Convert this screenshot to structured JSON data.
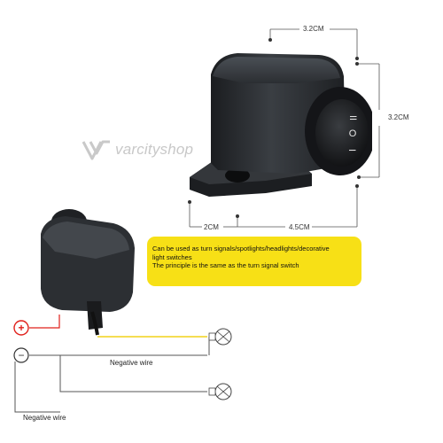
{
  "dimensions": {
    "top_width": "3.2CM",
    "side_height": "3.2CM",
    "base_left": "2CM",
    "base_right": "4.5CM"
  },
  "switch_face": {
    "symbol_top": "II",
    "symbol_mid": "O",
    "symbol_bottom": "I"
  },
  "watermark": {
    "text": "varcityshop"
  },
  "note": {
    "line1": "Can be used as turn signals/spotlights/headlights/decorative",
    "line2": "light switches",
    "line3": "The principle is the same as the turn signal switch"
  },
  "wiring": {
    "positive_symbol": "+",
    "negative_symbol": "−",
    "negative_wire_label_1": "Negative wire",
    "negative_wire_label_2": "Negative wire"
  },
  "colors": {
    "positive": "#e0201b",
    "signal_wire": "#f2d21a",
    "note_background": "#f7e016",
    "switch_body": "#2c2f33"
  }
}
